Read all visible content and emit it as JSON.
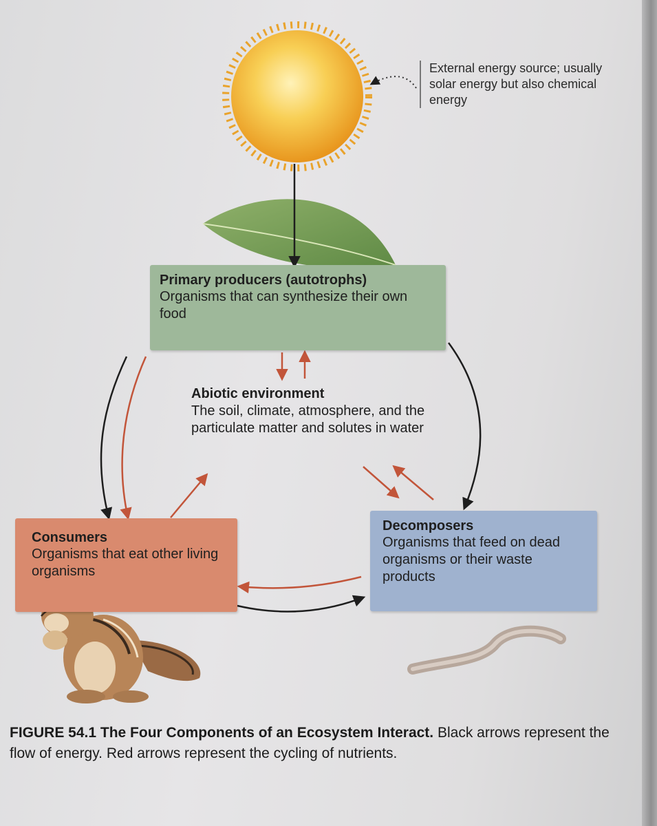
{
  "colors": {
    "energy_arrow": "#1e1e1e",
    "nutrient_arrow": "#c2553a",
    "producers_box": "#9eb89a",
    "consumers_box": "#d98a6e",
    "decomposers_box": "#9fb2cf"
  },
  "sun_note": {
    "text": "External energy source; usually solar energy but also chemical energy"
  },
  "nodes": {
    "producers": {
      "title": "Primary producers (autotrophs)",
      "description": "Organisms that can synthesize their own food"
    },
    "abiotic": {
      "title": "Abiotic environment",
      "description": "The soil, climate, atmosphere, and the particulate matter and solutes in water"
    },
    "consumers": {
      "title": "Consumers",
      "description": "Organisms that eat other living organisms"
    },
    "decomposers": {
      "title": "Decomposers",
      "description": "Organisms that feed on dead organisms or their waste products"
    }
  },
  "icons": [
    "sun-icon",
    "leaf-icon",
    "chipmunk-icon",
    "worm-icon"
  ],
  "caption": {
    "figure_number": "FIGURE 54.1",
    "title": "The Four Components of an Ecosystem Interact.",
    "text": "Black arrows represent the flow of energy. Red arrows represent the cycling of nutrients."
  }
}
